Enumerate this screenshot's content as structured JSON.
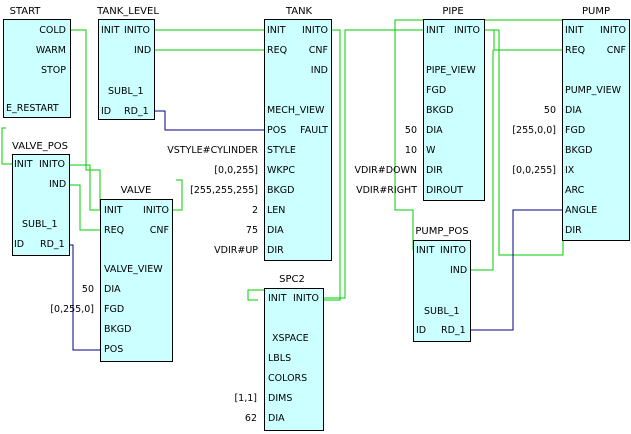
{
  "blocks": {
    "start": {
      "title": "START",
      "outputs": [
        "COLD",
        "WARM",
        "STOP",
        "E_RESTART"
      ]
    },
    "tank_level": {
      "title": "TANK_LEVEL",
      "events_in": "INIT",
      "events_out": "INITO",
      "data_out": "IND",
      "sub": "SUBL_1",
      "id": "ID",
      "rd": "RD_1"
    },
    "tank": {
      "title": "TANK",
      "e_in": [
        "INIT",
        "REQ"
      ],
      "e_out": [
        "INITO",
        "CNF",
        "IND"
      ],
      "d_in": [
        "MECH_VIEW",
        "POS",
        "STYLE",
        "WKPC",
        "BKGD",
        "LEN",
        "DIA",
        "DIR"
      ],
      "d_out": [
        "FAULT"
      ],
      "values": {
        "style": "VSTYLE#CYLINDER",
        "wkpc": "[0,0,255]",
        "bkgd": "[255,255,255]",
        "len": "2",
        "dia": "75",
        "dir": "VDIR#UP"
      }
    },
    "pipe": {
      "title": "PIPE",
      "e_in": "INIT",
      "e_out": "INITO",
      "d_in": [
        "PIPE_VIEW",
        "FGD",
        "BKGD",
        "DIA",
        "W",
        "DIR",
        "DIROUT"
      ],
      "values": {
        "dia": "50",
        "w": "10",
        "dir": "VDIR#DOWN",
        "dirout": "VDIR#RIGHT"
      }
    },
    "pump": {
      "title": "PUMP",
      "e_in": [
        "INIT",
        "REQ"
      ],
      "e_out": [
        "INITO",
        "CNF"
      ],
      "d_in": [
        "PUMP_VIEW",
        "DIA",
        "FGD",
        "BKGD",
        "IX",
        "ARC",
        "ANGLE",
        "DIR"
      ],
      "values": {
        "dia": "50",
        "fgd": "[255,0,0]",
        "ix": "[0,0,255]"
      }
    },
    "valve_pos": {
      "title": "VALVE_POS",
      "events_in": "INIT",
      "events_out": "INITO",
      "data_out": "IND",
      "sub": "SUBL_1",
      "id": "ID",
      "rd": "RD_1"
    },
    "valve": {
      "title": "VALVE",
      "e_in": [
        "INIT",
        "REQ"
      ],
      "e_out": [
        "INITO",
        "CNF"
      ],
      "d_in": [
        "VALVE_VIEW",
        "DIA",
        "FGD",
        "BKGD",
        "POS"
      ],
      "values": {
        "dia": "50",
        "fgd": "[0,255,0]"
      }
    },
    "spc2": {
      "title": "SPC2",
      "e_in": "INIT",
      "e_out": "INITO",
      "d_in": [
        "XSPACE",
        "LBLS",
        "COLORS",
        "DIMS",
        "DIA"
      ],
      "values": {
        "dims": "[1,1]",
        "dia": "62"
      }
    },
    "pump_pos": {
      "title": "PUMP_POS",
      "events_in": "INIT",
      "events_out": "INITO",
      "data_out": "IND",
      "sub": "SUBL_1",
      "id": "ID",
      "rd": "RD_1"
    }
  },
  "colors": {
    "block_fill": "#ccffff",
    "event_wire": "#00cc00",
    "data_wire": "#000080"
  }
}
